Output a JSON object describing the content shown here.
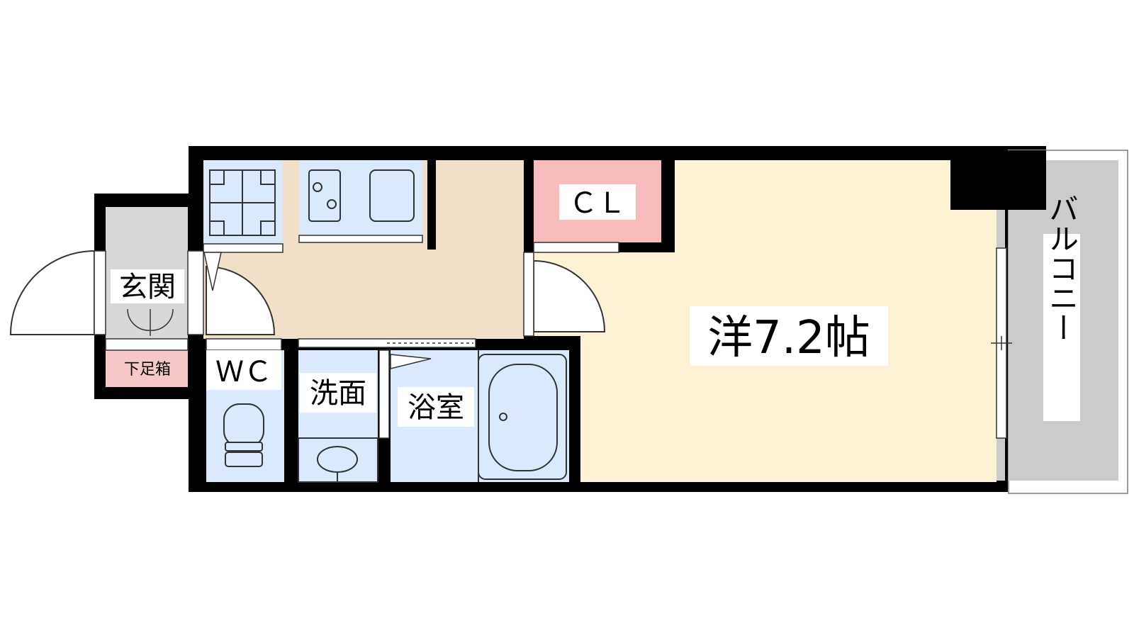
{
  "rooms": {
    "genkan": "玄関",
    "getabako": "下足箱",
    "wc": "ＷＣ",
    "senmen": "洗面",
    "yokushitsu": "浴室",
    "closet": "ＣＬ",
    "western_room": "洋7.2帖",
    "balcony": "バルコニー"
  },
  "colors": {
    "wall": "#000000",
    "kitchen_floor": "#f0e0c8",
    "room_floor": "#fdf2d4",
    "wet_area": "#daeafc",
    "closet": "#f8bcbc",
    "getabako": "#f8c8c8",
    "genkan_floor": "#d8d8d8",
    "balcony": "#cbcbcb"
  }
}
